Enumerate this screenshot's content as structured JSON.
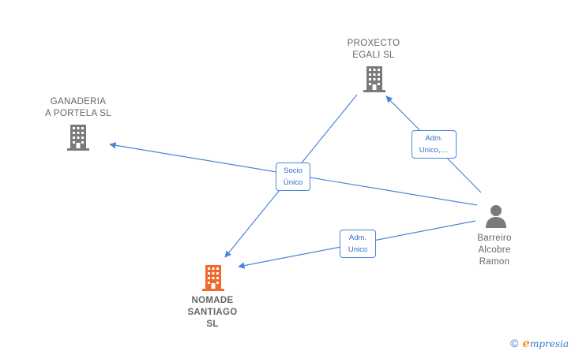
{
  "colors": {
    "edge": "#4a86d8",
    "company": "#7a7a7a",
    "company_main": "#f26a2b",
    "person": "#7a7a7a"
  },
  "nodes": [
    {
      "id": "proxecto",
      "label": "PROXECTO\nEGALI  SL",
      "icon": "building-icon"
    },
    {
      "id": "ganaderia",
      "label": "GANADERIA\nA PORTELA SL",
      "icon": "building-icon"
    },
    {
      "id": "nomade",
      "label": "NOMADE\nSANTIAGO\nSL",
      "icon": "building-icon"
    },
    {
      "id": "barreiro",
      "label": "Barreiro\nAlcobre\nRamon",
      "icon": "person-icon"
    }
  ],
  "edges": [
    {
      "label": "Adm.\nUnico,...."
    },
    {
      "label": "Socio\nÚnico"
    },
    {
      "label": "Adm.\nUnico"
    }
  ],
  "brand": {
    "copyright": "©",
    "initial": "e",
    "rest": "mpresia"
  }
}
